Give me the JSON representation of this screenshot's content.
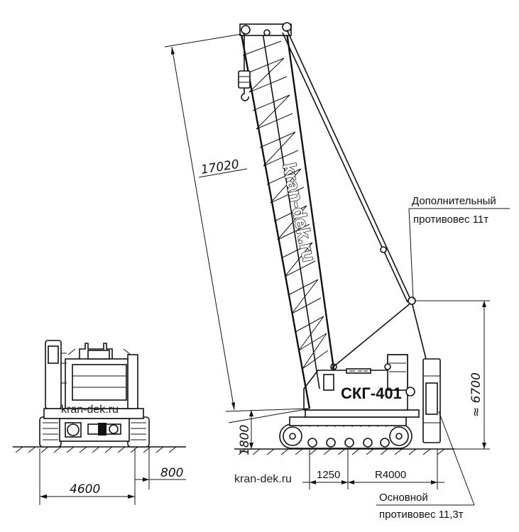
{
  "dimensions": {
    "boom_length": "17020",
    "hinge_height": "1800",
    "counterweight_height": "≈ 6700",
    "front_track_height": "800",
    "track_gauge": "4600",
    "pivot_offset": "1250",
    "tail_radius": "R4000"
  },
  "labels": {
    "extra_counterweight": [
      "Дополнительный",
      "противовес 11т"
    ],
    "main_counterweight": [
      "Основной",
      "противовес 11,3т"
    ],
    "model": "СКГ-401"
  },
  "watermarks": {
    "boom": "kran-dek.ru",
    "front_view": "kran-dek.ru",
    "bottom": "kran-dek.ru"
  }
}
